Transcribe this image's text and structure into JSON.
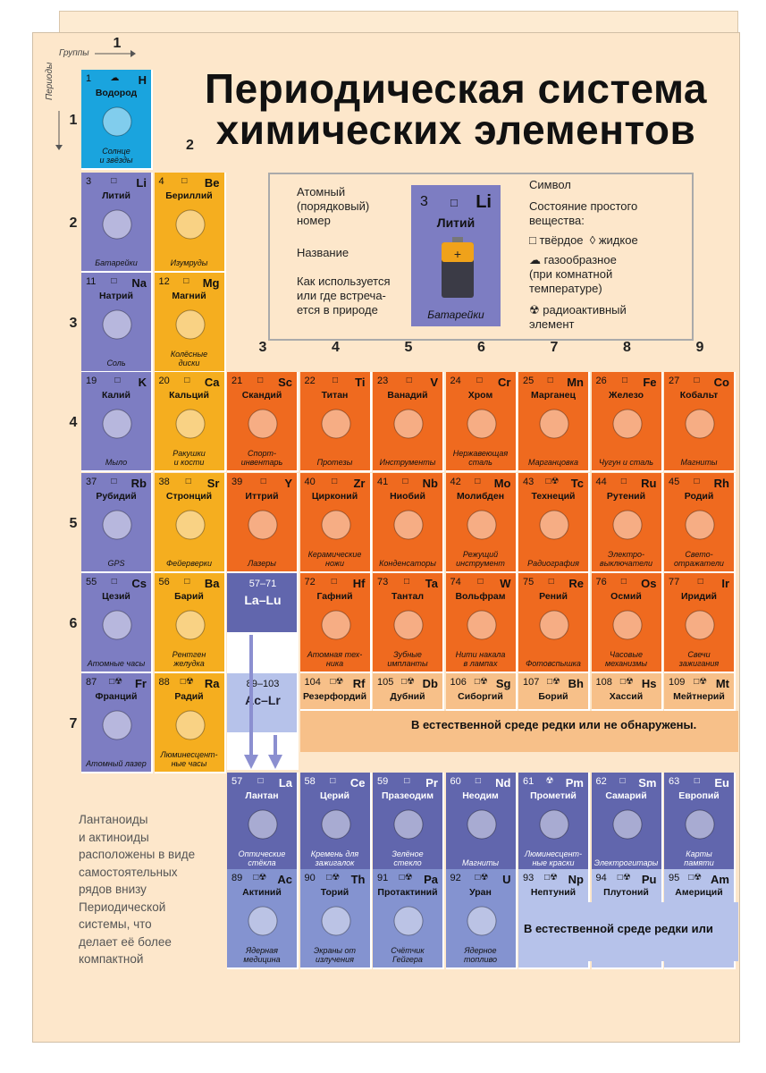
{
  "title_line1": "Периодическая система",
  "title_line2": "химических элементов",
  "axis": {
    "groups": "Группы",
    "periods": "Периоды"
  },
  "group_labels": [
    "1",
    "2",
    "3",
    "4",
    "5",
    "6",
    "7",
    "8",
    "9"
  ],
  "period_labels": [
    "1",
    "2",
    "3",
    "4",
    "5",
    "6",
    "7"
  ],
  "legend": {
    "atomic": "Атомный\n(порядковый)\nномер",
    "name_lbl": "Название",
    "use_lbl": "Как используется\nили где встреча-\nется в природе",
    "symbol_lbl": "Символ",
    "state_lbl": "Состояние простого\nвещества:",
    "solid": "твёрдое",
    "liquid": "жидкое",
    "gas": "газообразное\n(при комнатной\nтемпературе)",
    "radio": "радиоактивный\nэлемент",
    "sample": {
      "num": "3",
      "sym": "Li",
      "name": "Литий",
      "use": "Батарейки"
    }
  },
  "elements": [
    {
      "n": "1",
      "s": "H",
      "st": "☁",
      "name": "Водород",
      "use": "Солнце\nи звёзды",
      "icon": "sun-icon",
      "c": "ccy",
      "col": 0,
      "row": 0
    },
    {
      "n": "3",
      "s": "Li",
      "st": "□",
      "name": "Литий",
      "use": "Батарейки",
      "icon": "battery-icon",
      "c": "cbl",
      "col": 0,
      "row": 1
    },
    {
      "n": "4",
      "s": "Be",
      "st": "□",
      "name": "Бериллий",
      "use": "Изумруды",
      "icon": "emerald-icon",
      "c": "cye",
      "col": 1,
      "row": 1
    },
    {
      "n": "11",
      "s": "Na",
      "st": "□",
      "name": "Натрий",
      "use": "Соль",
      "icon": "salt-shaker-icon",
      "c": "cbl",
      "col": 0,
      "row": 2
    },
    {
      "n": "12",
      "s": "Mg",
      "st": "□",
      "name": "Магний",
      "use": "Колёсные\nдиски",
      "icon": "wheel-rim-icon",
      "c": "cye",
      "col": 1,
      "row": 2
    },
    {
      "n": "19",
      "s": "K",
      "st": "□",
      "name": "Калий",
      "use": "Мыло",
      "icon": "soap-icon",
      "c": "cbl",
      "col": 0,
      "row": 3
    },
    {
      "n": "20",
      "s": "Ca",
      "st": "□",
      "name": "Кальций",
      "use": "Ракушки\nи кости",
      "icon": "shell-bone-icon",
      "c": "cye",
      "col": 1,
      "row": 3
    },
    {
      "n": "21",
      "s": "Sc",
      "st": "□",
      "name": "Скандий",
      "use": "Спорт-\nинвентарь",
      "icon": "racket-icon",
      "c": "cor",
      "col": 2,
      "row": 3
    },
    {
      "n": "22",
      "s": "Ti",
      "st": "□",
      "name": "Титан",
      "use": "Протезы",
      "icon": "prosthesis-icon",
      "c": "cor",
      "col": 3,
      "row": 3
    },
    {
      "n": "23",
      "s": "V",
      "st": "□",
      "name": "Ванадий",
      "use": "Инструменты",
      "icon": "toolbox-icon",
      "c": "cor",
      "col": 4,
      "row": 3
    },
    {
      "n": "24",
      "s": "Cr",
      "st": "□",
      "name": "Хром",
      "use": "Нержавеющая\nсталь",
      "icon": "pot-icon",
      "c": "cor",
      "col": 5,
      "row": 3
    },
    {
      "n": "25",
      "s": "Mn",
      "st": "□",
      "name": "Марганец",
      "use": "Марганцовка",
      "icon": "flask-icon",
      "c": "cor",
      "col": 6,
      "row": 3
    },
    {
      "n": "26",
      "s": "Fe",
      "st": "□",
      "name": "Железо",
      "use": "Чугун и сталь",
      "icon": "steel-beam-icon",
      "c": "cor",
      "col": 7,
      "row": 3
    },
    {
      "n": "27",
      "s": "Co",
      "st": "□",
      "name": "Кобальт",
      "use": "Магниты",
      "icon": "magnet-icon",
      "c": "cor",
      "col": 8,
      "row": 3
    },
    {
      "n": "37",
      "s": "Rb",
      "st": "□",
      "name": "Рубидий",
      "use": "GPS",
      "icon": "satellite-icon",
      "c": "cbl",
      "col": 0,
      "row": 4
    },
    {
      "n": "38",
      "s": "Sr",
      "st": "□",
      "name": "Стронций",
      "use": "Фейерверки",
      "icon": "firework-icon",
      "c": "cye",
      "col": 1,
      "row": 4
    },
    {
      "n": "39",
      "s": "Y",
      "st": "□",
      "name": "Иттрий",
      "use": "Лазеры",
      "icon": "laser-icon",
      "c": "cor",
      "col": 2,
      "row": 4
    },
    {
      "n": "40",
      "s": "Zr",
      "st": "□",
      "name": "Цирконий",
      "use": "Керамические\nножи",
      "icon": "knife-icon",
      "c": "cor",
      "col": 3,
      "row": 4
    },
    {
      "n": "41",
      "s": "Nb",
      "st": "□",
      "name": "Ниобий",
      "use": "Конденсаторы",
      "icon": "capacitor-icon",
      "c": "cor",
      "col": 4,
      "row": 4
    },
    {
      "n": "42",
      "s": "Mo",
      "st": "□",
      "name": "Молибден",
      "use": "Режущий\nинструмент",
      "icon": "drill-icon",
      "c": "cor",
      "col": 5,
      "row": 4
    },
    {
      "n": "43",
      "s": "Tc",
      "st": "□☢",
      "name": "Технеций",
      "use": "Радиография",
      "icon": "xray-icon",
      "c": "cor",
      "col": 6,
      "row": 4
    },
    {
      "n": "44",
      "s": "Ru",
      "st": "□",
      "name": "Рутений",
      "use": "Электро-\nвыключатели",
      "icon": "switch-icon",
      "c": "cor",
      "col": 7,
      "row": 4
    },
    {
      "n": "45",
      "s": "Rh",
      "st": "□",
      "name": "Родий",
      "use": "Свето-\nотражатели",
      "icon": "spotlight-icon",
      "c": "cor",
      "col": 8,
      "row": 4
    },
    {
      "n": "55",
      "s": "Cs",
      "st": "□",
      "name": "Цезий",
      "use": "Атомные часы",
      "icon": "clock-icon",
      "c": "cbl",
      "col": 0,
      "row": 5
    },
    {
      "n": "56",
      "s": "Ba",
      "st": "□",
      "name": "Барий",
      "use": "Рентген\nжелудка",
      "icon": "stomach-icon",
      "c": "cye",
      "col": 1,
      "row": 5
    },
    {
      "n": "72",
      "s": "Hf",
      "st": "□",
      "name": "Гафний",
      "use": "Атомная тех-\nника",
      "icon": "submarine-icon",
      "c": "cor",
      "col": 3,
      "row": 5
    },
    {
      "n": "73",
      "s": "Ta",
      "st": "□",
      "name": "Тантал",
      "use": "Зубные\nимпланты",
      "icon": "tooth-icon",
      "c": "cor",
      "col": 4,
      "row": 5
    },
    {
      "n": "74",
      "s": "W",
      "st": "□",
      "name": "Вольфрам",
      "use": "Нити накала\nв лампах",
      "icon": "bulb-icon",
      "c": "cor",
      "col": 5,
      "row": 5
    },
    {
      "n": "75",
      "s": "Re",
      "st": "□",
      "name": "Рений",
      "use": "Фотовспышка",
      "icon": "camera-icon",
      "c": "cor",
      "col": 6,
      "row": 5
    },
    {
      "n": "76",
      "s": "Os",
      "st": "□",
      "name": "Осмий",
      "use": "Часовые\nмеханизмы",
      "icon": "gear-icon",
      "c": "cor",
      "col": 7,
      "row": 5
    },
    {
      "n": "77",
      "s": "Ir",
      "st": "□",
      "name": "Иридий",
      "use": "Свечи\nзажигания",
      "icon": "spark-plug-icon",
      "c": "cor",
      "col": 8,
      "row": 5
    },
    {
      "n": "87",
      "s": "Fr",
      "st": "□☢",
      "name": "Франций",
      "use": "Атомный лазер",
      "icon": "atom-laser-icon",
      "c": "cbl",
      "col": 0,
      "row": 6
    },
    {
      "n": "88",
      "s": "Ra",
      "st": "□☢",
      "name": "Радий",
      "use": "Люминесцент-\nные часы",
      "icon": "watch-icon",
      "c": "cye",
      "col": 1,
      "row": 6
    },
    {
      "n": "104",
      "s": "Rf",
      "st": "□☢",
      "name": "Резерфордий",
      "use": "",
      "icon": "",
      "c": "cpe",
      "col": 3,
      "row": 6
    },
    {
      "n": "105",
      "s": "Db",
      "st": "□☢",
      "name": "Дубний",
      "use": "",
      "icon": "",
      "c": "cpe",
      "col": 4,
      "row": 6
    },
    {
      "n": "106",
      "s": "Sg",
      "st": "□☢",
      "name": "Сиборгий",
      "use": "",
      "icon": "",
      "c": "cpe",
      "col": 5,
      "row": 6
    },
    {
      "n": "107",
      "s": "Bh",
      "st": "□☢",
      "name": "Борий",
      "use": "",
      "icon": "",
      "c": "cpe",
      "col": 6,
      "row": 6
    },
    {
      "n": "108",
      "s": "Hs",
      "st": "□☢",
      "name": "Хассий",
      "use": "",
      "icon": "",
      "c": "cpe",
      "col": 7,
      "row": 6
    },
    {
      "n": "109",
      "s": "Mt",
      "st": "□☢",
      "name": "Мейтнерий",
      "use": "",
      "icon": "",
      "c": "cpe",
      "col": 8,
      "row": 6
    },
    {
      "n": "57",
      "s": "La",
      "st": "□",
      "name": "Лантан",
      "use": "Оптические\nстёкла",
      "icon": "binoculars-icon",
      "c": "cdb",
      "col": 2,
      "row": 7
    },
    {
      "n": "58",
      "s": "Ce",
      "st": "□",
      "name": "Церий",
      "use": "Кремень для\nзажигалок",
      "icon": "lighter-icon",
      "c": "cdb",
      "col": 3,
      "row": 7
    },
    {
      "n": "59",
      "s": "Pr",
      "st": "□",
      "name": "Празеодим",
      "use": "Зелёное\nстекло",
      "icon": "bottle-icon",
      "c": "cdb",
      "col": 4,
      "row": 7
    },
    {
      "n": "60",
      "s": "Nd",
      "st": "□",
      "name": "Неодим",
      "use": "Магниты",
      "icon": "disc-magnet-icon",
      "c": "cdb",
      "col": 5,
      "row": 7
    },
    {
      "n": "61",
      "s": "Pm",
      "st": "☢",
      "name": "Прометий",
      "use": "Люминесцент-\nные краски",
      "icon": "handprint-icon",
      "c": "cdb",
      "col": 6,
      "row": 7
    },
    {
      "n": "62",
      "s": "Sm",
      "st": "□",
      "name": "Самарий",
      "use": "Электрогитары",
      "icon": "guitar-icon",
      "c": "cdb",
      "col": 7,
      "row": 7
    },
    {
      "n": "63",
      "s": "Eu",
      "st": "□",
      "name": "Европий",
      "use": "Карты\nпамяти",
      "icon": "sd-card-icon",
      "c": "cdb",
      "col": 8,
      "row": 7
    },
    {
      "n": "89",
      "s": "Ac",
      "st": "□☢",
      "name": "Актиний",
      "use": "Ядерная\nмедицина",
      "icon": "syringe-icon",
      "c": "cmb",
      "col": 2,
      "row": 8
    },
    {
      "n": "90",
      "s": "Th",
      "st": "□☢",
      "name": "Торий",
      "use": "Экраны от\nизлучения",
      "icon": "screen-icon",
      "c": "cmb",
      "col": 3,
      "row": 8
    },
    {
      "n": "91",
      "s": "Pa",
      "st": "□☢",
      "name": "Протактиний",
      "use": "Счётчик\nГейгера",
      "icon": "geiger-icon",
      "c": "cmb",
      "col": 4,
      "row": 8
    },
    {
      "n": "92",
      "s": "U",
      "st": "□☢",
      "name": "Уран",
      "use": "Ядерное\nтопливо",
      "icon": "barrel-icon",
      "c": "cmb",
      "col": 5,
      "row": 8
    },
    {
      "n": "93",
      "s": "Np",
      "st": "□☢",
      "name": "Нептуний",
      "use": "",
      "icon": "",
      "c": "clb",
      "col": 6,
      "row": 8
    },
    {
      "n": "94",
      "s": "Pu",
      "st": "□☢",
      "name": "Плутоний",
      "use": "",
      "icon": "",
      "c": "clb",
      "col": 7,
      "row": 8
    },
    {
      "n": "95",
      "s": "Am",
      "st": "□☢",
      "name": "Америций",
      "use": "",
      "icon": "",
      "c": "clb",
      "col": 8,
      "row": 8
    }
  ],
  "la_block": {
    "range": "57–71",
    "sym": "La–Lu"
  },
  "ac_block": {
    "range": "89–103",
    "sym": "Ac–Lr"
  },
  "rare_row7": "В естественной среде редки или не обнаружены.",
  "rare_act": "В естественной среде редки или",
  "side_text": "Лантаноиды\nи актиноиды\nрасположены в виде\nсамостоятельных\nрядов внизу\nПериодической\nсистемы, что\nделает её более\nкомпактной"
}
